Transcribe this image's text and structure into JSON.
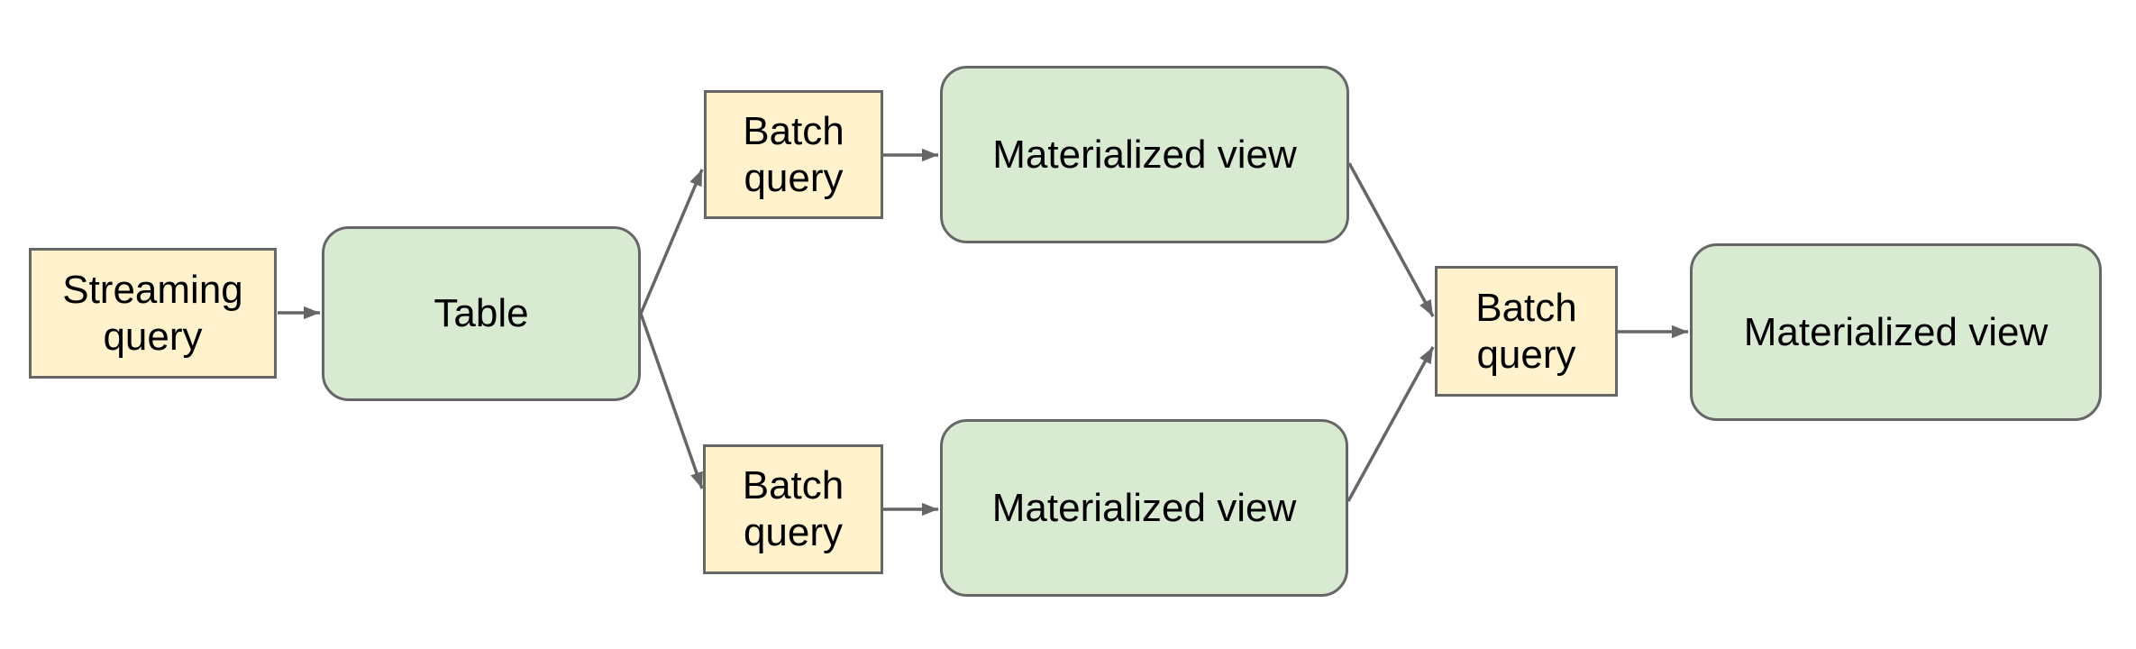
{
  "diagram": {
    "type": "flowchart",
    "background": "#ffffff",
    "colors": {
      "query_node_fill": "#fff2cc",
      "view_node_fill": "#d9ead3",
      "node_border": "#666666",
      "arrow": "#666666",
      "label_text": "#000000"
    },
    "nodes": [
      {
        "id": "streaming-query",
        "label": "Streaming query",
        "kind": "query"
      },
      {
        "id": "table",
        "label": "Table",
        "kind": "view"
      },
      {
        "id": "batch-query-top",
        "label": "Batch query",
        "kind": "query"
      },
      {
        "id": "materialized-view-top",
        "label": "Materialized view",
        "kind": "view"
      },
      {
        "id": "batch-query-bottom",
        "label": "Batch query",
        "kind": "query"
      },
      {
        "id": "materialized-view-bottom",
        "label": "Materialized view",
        "kind": "view"
      },
      {
        "id": "batch-query-final",
        "label": "Batch query",
        "kind": "query"
      },
      {
        "id": "materialized-view-final",
        "label": "Materialized view",
        "kind": "view"
      }
    ],
    "edges": [
      {
        "from": "streaming-query",
        "to": "table"
      },
      {
        "from": "table",
        "to": "batch-query-top"
      },
      {
        "from": "table",
        "to": "batch-query-bottom"
      },
      {
        "from": "batch-query-top",
        "to": "materialized-view-top"
      },
      {
        "from": "batch-query-bottom",
        "to": "materialized-view-bottom"
      },
      {
        "from": "materialized-view-top",
        "to": "batch-query-final"
      },
      {
        "from": "materialized-view-bottom",
        "to": "batch-query-final"
      },
      {
        "from": "batch-query-final",
        "to": "materialized-view-final"
      }
    ]
  }
}
